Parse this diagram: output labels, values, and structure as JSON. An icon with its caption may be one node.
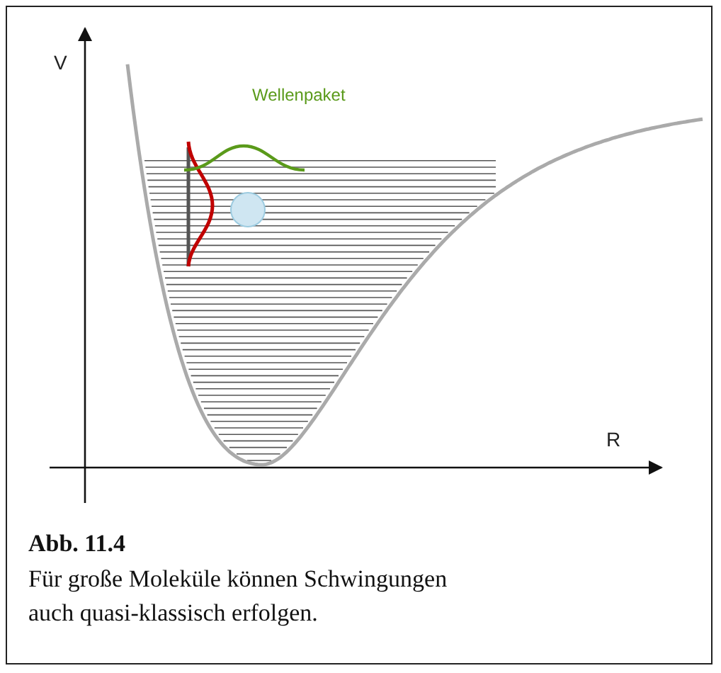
{
  "diagram": {
    "caption": "Für große Moleküle können Schwingungen auch quasi-klassisch erfolgen.",
    "labels": [
      "V",
      "Wellenpaket",
      "R",
      "Abb. 11.4"
    ]
  }
}
